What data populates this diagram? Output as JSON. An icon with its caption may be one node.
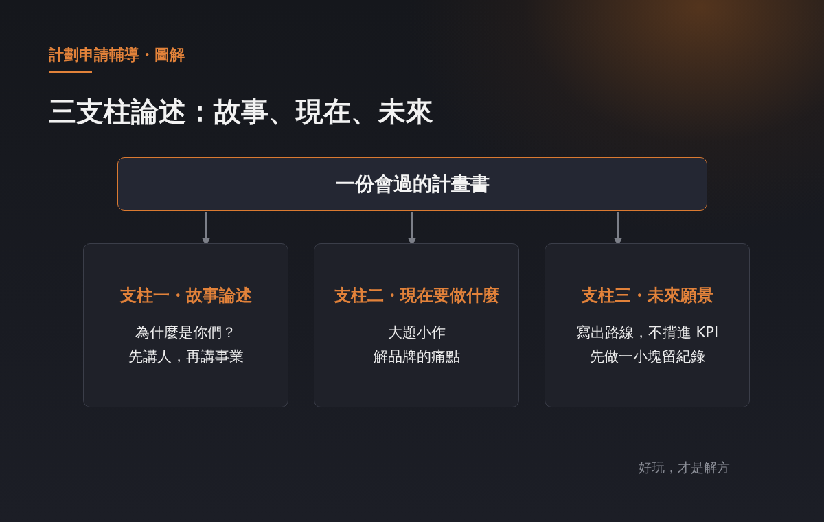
{
  "diagram": {
    "title": "三支柱論述：故事、現在、未來",
    "nodes": [
      {
        "text": [
          "一份會過的計畫書"
        ]
      },
      {
        "text": [
          "支柱一・故事論述",
          "為什麼是你們？",
          "先講人，再講事業"
        ]
      },
      {
        "text": [
          "支柱二・現在要做什麼",
          "大題小作",
          "解品牌的痛點"
        ]
      },
      {
        "text": [
          "支柱三・未來願景",
          "寫出路線，不揹進 KPI",
          "先做一小塊留紀錄"
        ]
      }
    ],
    "edges": [
      {
        "from": 0,
        "to": 1,
        "arrow": "to"
      },
      {
        "from": 0,
        "to": 2,
        "arrow": "to"
      },
      {
        "from": 0,
        "to": 3,
        "arrow": "to"
      }
    ],
    "labels": [
      "計劃申請輔導・圖解",
      "好玩，才是解方"
    ]
  }
}
